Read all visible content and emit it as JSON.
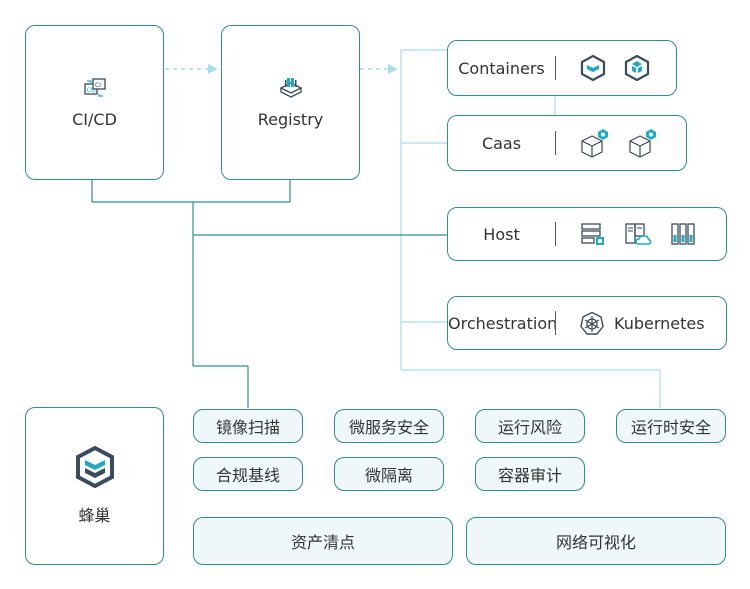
{
  "top": {
    "cicd": {
      "label": "CI/CD",
      "icon": "ci-cd-icon"
    },
    "registry": {
      "label": "Registry",
      "icon": "registry-icon"
    }
  },
  "runtime": {
    "containers": {
      "label": "Containers",
      "icons": [
        "container-cube-icon",
        "container-cube-icon"
      ]
    },
    "caas": {
      "label": "Caas",
      "icons": [
        "cloud-cube-icon",
        "cloud-cube-icon"
      ]
    },
    "host": {
      "label": "Host",
      "icons": [
        "server-rack-icon",
        "server-cloud-icon",
        "server-tower-icon"
      ]
    },
    "orchestration": {
      "label": "Orchestration",
      "tool": "Kubernetes",
      "icon": "kubernetes-icon"
    }
  },
  "product": {
    "label": "蜂巢",
    "icon": "hive-logo-icon"
  },
  "features": {
    "row1": [
      "镜像扫描",
      "微服务安全",
      "运行风险",
      "运行时安全"
    ],
    "row2": [
      "合规基线",
      "微隔离",
      "容器审计"
    ],
    "row3": [
      "资产清点",
      "网络可视化"
    ]
  },
  "colors": {
    "border": "#2f8d96",
    "pill_fill": "#eff7f8",
    "dashed": "#a8dde6",
    "icon_dark": "#3a4b5c",
    "icon_accent": "#1fa9c4"
  }
}
